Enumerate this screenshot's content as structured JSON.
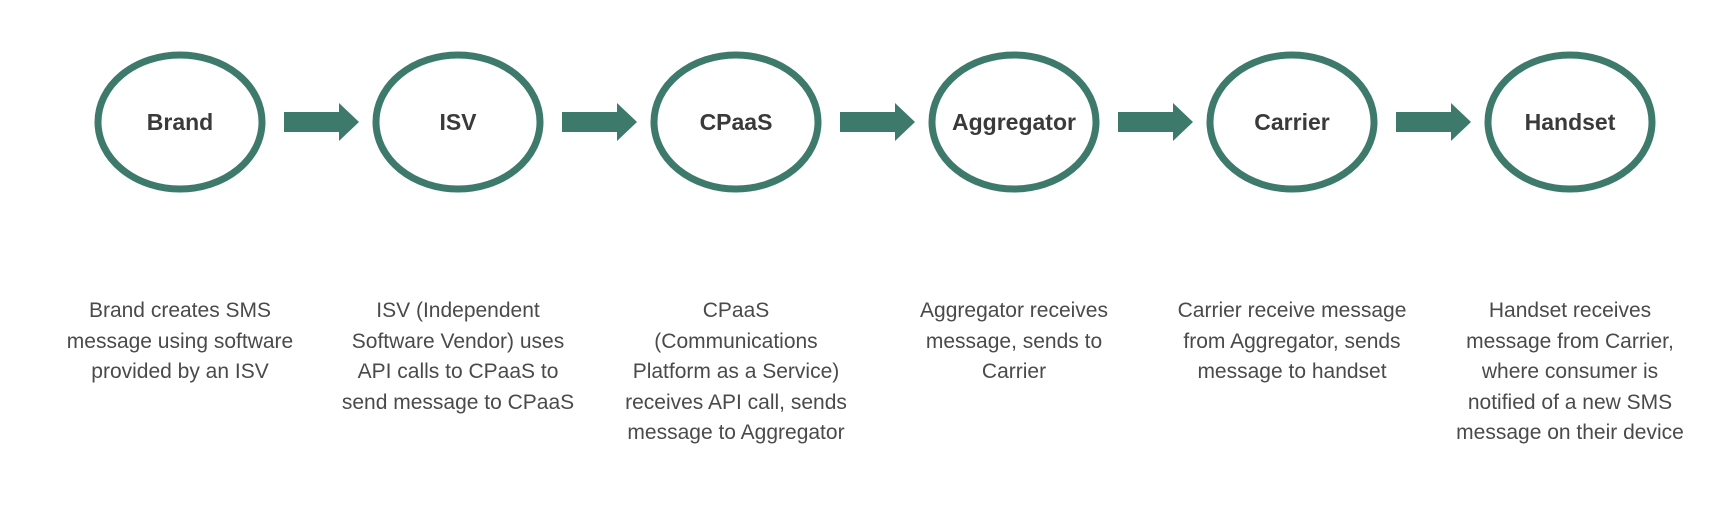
{
  "diagram": {
    "stages": [
      {
        "label": "Brand",
        "description": [
          "Brand creates SMS",
          "message using software",
          "provided by an ISV"
        ]
      },
      {
        "label": "ISV",
        "description": [
          "ISV (Independent",
          "Software Vendor) uses",
          "API calls to CPaaS to",
          "send message to CPaaS"
        ]
      },
      {
        "label": "CPaaS",
        "description": [
          "CPaaS",
          "(Communications",
          "Platform as a Service)",
          "receives API call, sends",
          "message to Aggregator"
        ]
      },
      {
        "label": "Aggregator",
        "description": [
          "Aggregator receives",
          "message, sends to",
          "Carrier"
        ]
      },
      {
        "label": "Carrier",
        "description": [
          "Carrier receive message",
          "from Aggregator, sends",
          "message to handset"
        ]
      },
      {
        "label": "Handset",
        "description": [
          "Handset receives",
          "message from Carrier,",
          "where consumer is",
          "notified of a new SMS",
          "message on their device"
        ]
      }
    ],
    "colors": {
      "accent": "#3d7a6c",
      "label_text": "#3a3a3a",
      "description_text": "#4a4a4a",
      "background": "#ffffff"
    }
  }
}
